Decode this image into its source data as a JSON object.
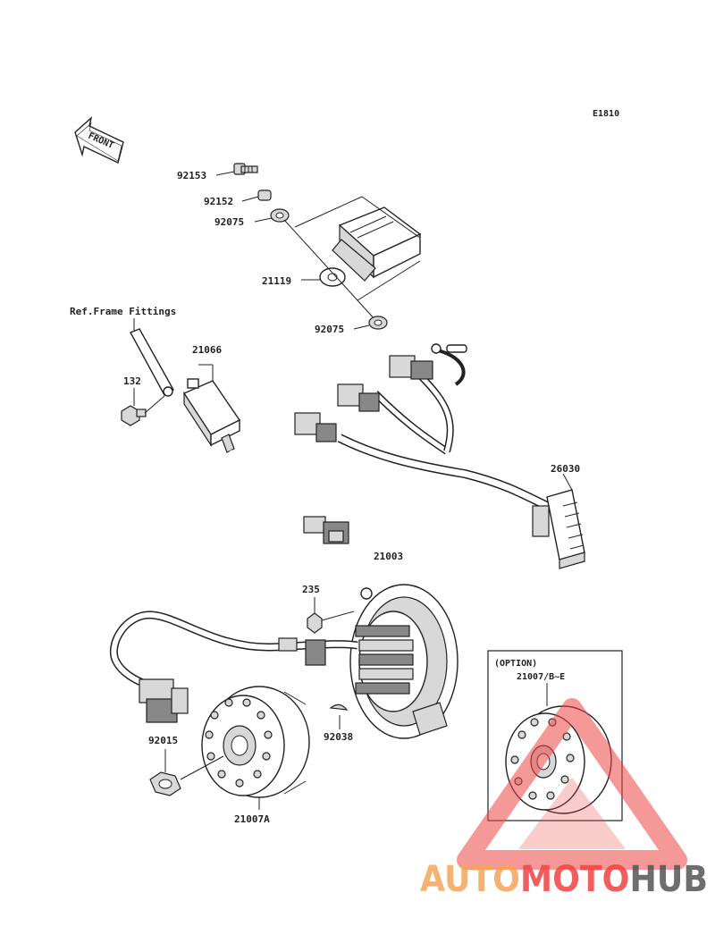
{
  "diagram": {
    "code": "E1810",
    "front_label": "FRONT",
    "ref_note": "Ref.Frame Fittings",
    "option_label": "(OPTION)",
    "parts": {
      "p92153": "92153",
      "p92152": "92152",
      "p92075a": "92075",
      "p21119": "21119",
      "p92075b": "92075",
      "p21066": "21066",
      "p132": "132",
      "p26030": "26030",
      "p21003": "21003",
      "p235": "235",
      "p92015": "92015",
      "p92038": "92038",
      "p21007A": "21007A",
      "p21007BE": "21007/B~E"
    }
  },
  "watermark": {
    "part1": "AUTO",
    "part2": "MOTO",
    "part3": "HUB",
    "color_orange": "#f5a55a",
    "color_red": "#ee4444",
    "color_gray": "#555555"
  }
}
